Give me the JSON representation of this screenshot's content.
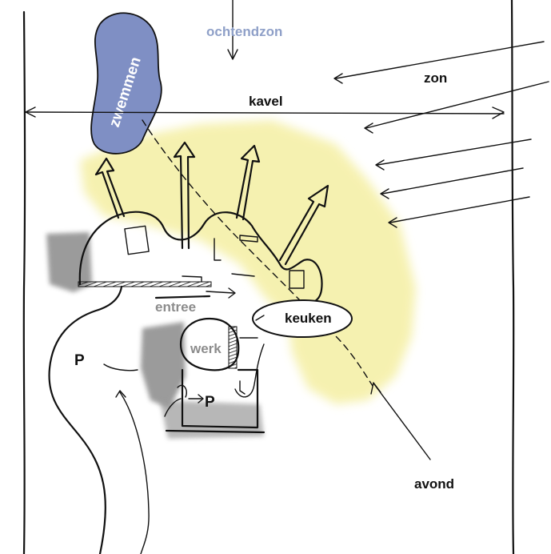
{
  "labels": {
    "morning_sun": "ochtendzon",
    "sun": "zon",
    "lot": "kavel",
    "swimming": "zwemmen",
    "entrance": "entree",
    "kitchen": "keuken",
    "work": "werk",
    "parking_1": "P",
    "parking_2": "P",
    "evening": "avond"
  },
  "colors": {
    "ink": "#111111",
    "pool_blue": "#7f8fc4",
    "sun_yellow": "#f5f0a8",
    "shadow_grey": "#8a8a8a",
    "label_blue": "#8fa0c8",
    "label_grey": "#8c8c8c"
  }
}
